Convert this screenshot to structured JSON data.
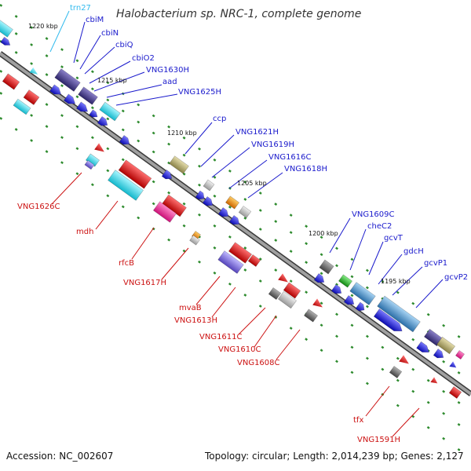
{
  "title": "Halobacterium sp. NRC-1, complete genome",
  "footer": {
    "accession": "Accession: NC_002607",
    "summary": "Topology: circular; Length: 2,014,239 bp; Genes: 2,127"
  },
  "colors": {
    "backbone": "#8a8a8a",
    "backbone_edge": "#3a3a3a",
    "tick": "#2e8b2e",
    "forward_label": "#1a1acc",
    "reverse_label": "#cc1111",
    "trna_label": "#33bbee",
    "blue": "#1a1ae6",
    "red": "#ee1111",
    "cyan": "#33e0ee",
    "purple": "#4a3f94",
    "violet": "#7766dd",
    "grey": "#7a7a7a",
    "lightgrey": "#bbbbbb",
    "orange": "#ff9911",
    "pink": "#ff3399",
    "green": "#33bb33",
    "steel": "#5599cc",
    "khaki": "#b8b07a"
  },
  "scale_labels": [
    "1220 kbp",
    "1215 kbp",
    "1210 kbp",
    "1205 kbp",
    "1200 kbp",
    "1195 kbp"
  ],
  "upper_labels": [
    "trn27",
    "cbiM",
    "cbiN",
    "cbiQ",
    "cbiO2",
    "VNG1630H",
    "aad",
    "VNG1625H",
    "ccp",
    "VNG1621H",
    "VNG1619H",
    "VNG1616C",
    "VNG1618H",
    "VNG1609C",
    "cheC2",
    "gcvT",
    "gdcH",
    "gcvP1",
    "gcvP2"
  ],
  "lower_labels": [
    "VNG1626C",
    "mdh",
    "rfcB",
    "VNG1617H",
    "mvaB",
    "VNG1613H",
    "VNG1611C",
    "VNG1610C",
    "VNG1608C",
    "tfx",
    "VNG1591H"
  ]
}
